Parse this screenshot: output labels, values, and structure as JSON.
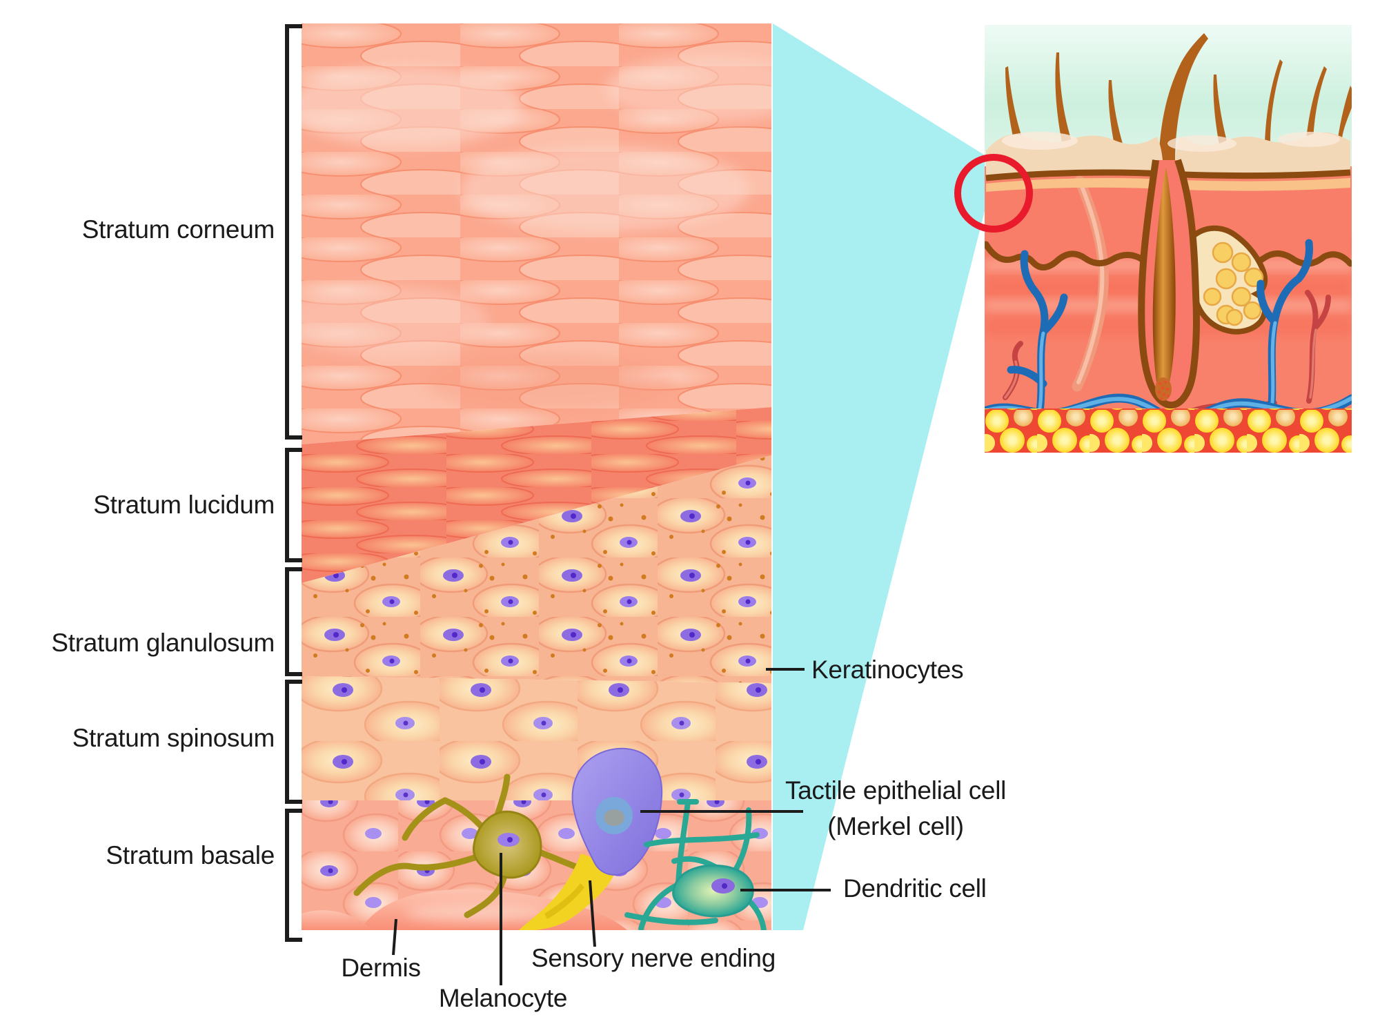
{
  "diagram": {
    "layer_labels": [
      {
        "label": "Stratum corneum"
      },
      {
        "label": "Stratum lucidum"
      },
      {
        "label": "Stratum glanulosum"
      },
      {
        "label": "Stratum spinosum"
      },
      {
        "label": "Stratum basale"
      }
    ],
    "cell_labels": {
      "keratinocytes": "Keratinocytes",
      "tactile_line1": "Tactile epithelial cell",
      "tactile_line2": "(Merkel cell)",
      "dendritic": "Dendritic cell",
      "dermis": "Dermis",
      "melanocyte": "Melanocyte",
      "sensory_nerve": "Sensory nerve ending"
    },
    "colors": {
      "background": "#ffffff",
      "text": "#1a1a1a",
      "zoom_wedge_cyan": "#a9eff2",
      "magnifier_circle_red": "#e81a2b",
      "corneum_salmon": "#fba88f",
      "lucidum_orange": "#f5836b",
      "granulosum_peach": "#f8b593",
      "spinosum_cream": "#f9c3a0",
      "basale_pink": "#f9ab93",
      "nucleus_purple": "#8d6ce2",
      "melanocyte_olive": "#ab9a20",
      "merkel_violet": "#8f83e2",
      "nerve_yellow": "#f3d322",
      "dendritic_teal": "#2aa896",
      "inset_green": "#cdf0de",
      "fat_yellow": "#ffe23c",
      "vessel_blue": "#1e6cb5",
      "vessel_red": "#c64343",
      "skin_tan": "#f3d8b8",
      "outline_brown": "#8a4a10"
    }
  }
}
